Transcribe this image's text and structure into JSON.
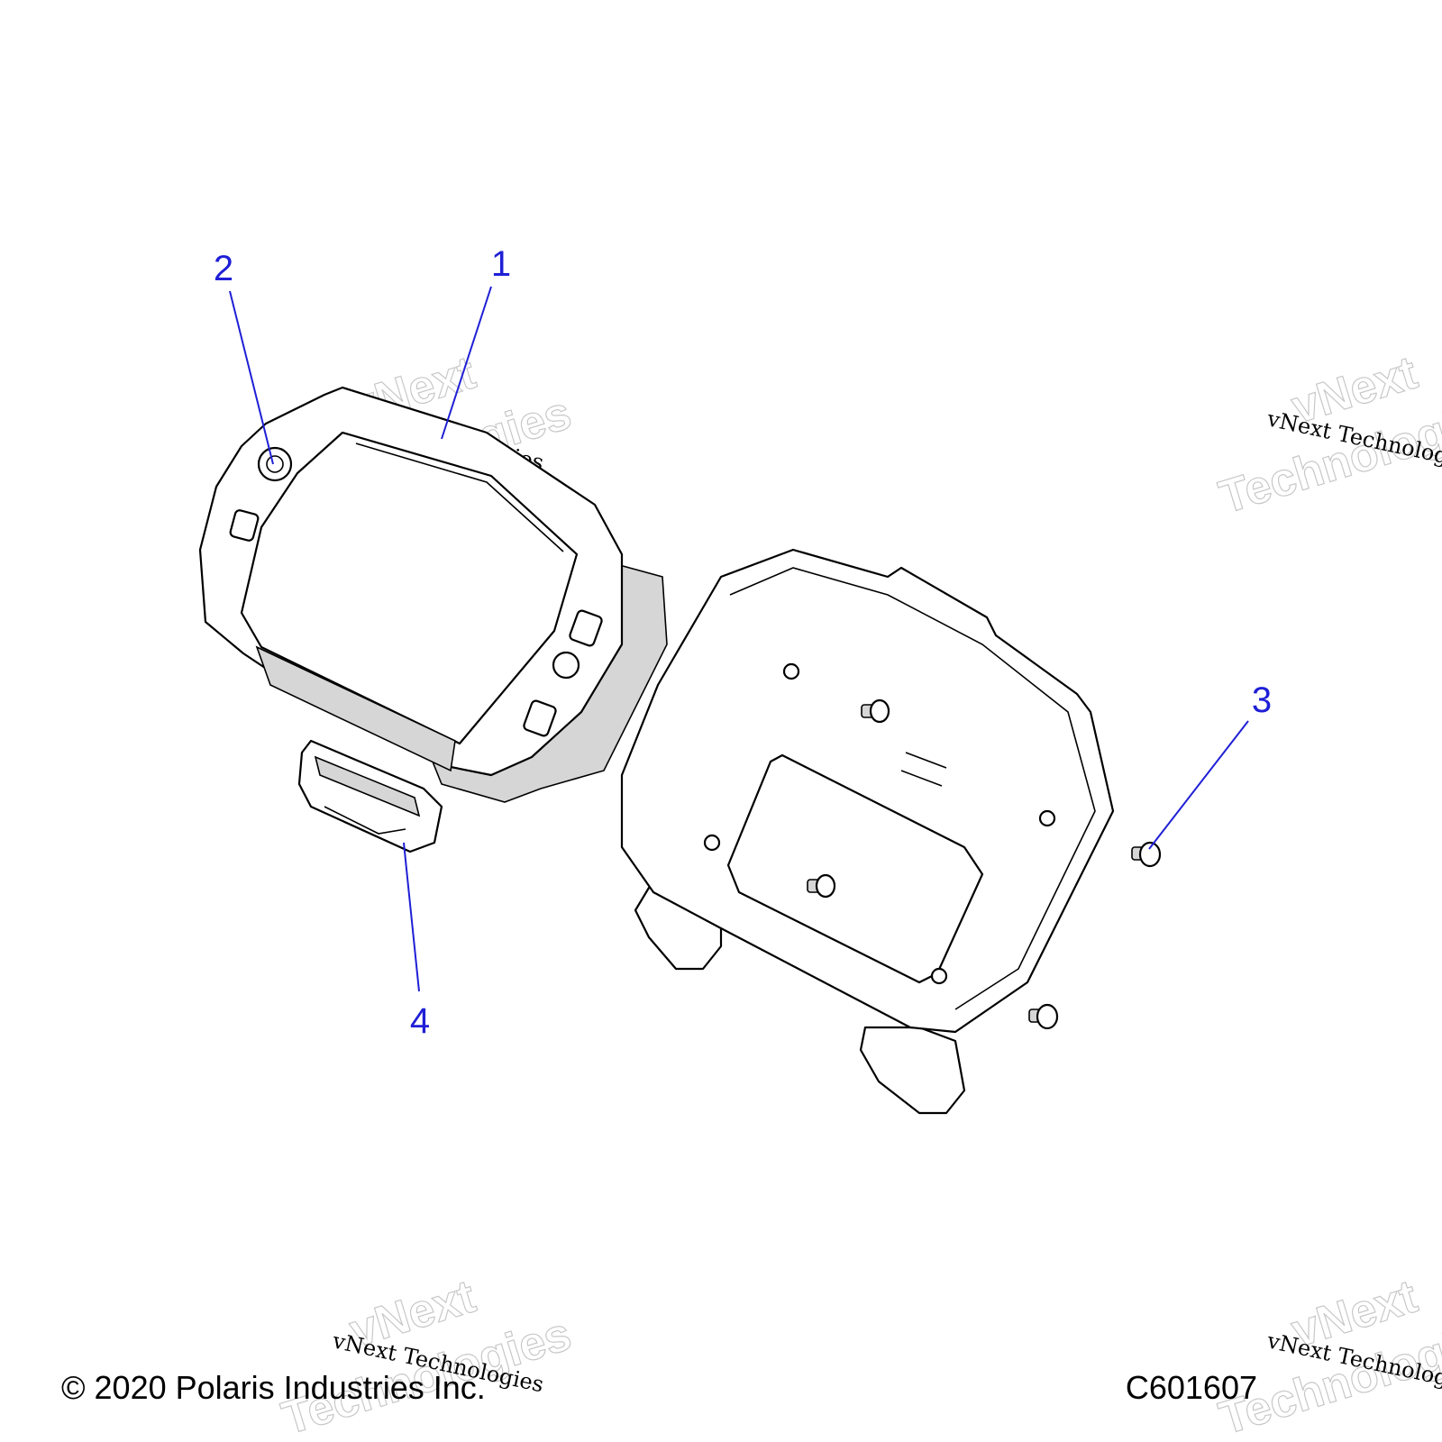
{
  "callouts": [
    {
      "label": "1",
      "color": "#1f1fd6"
    },
    {
      "label": "2",
      "color": "#1f1fd6"
    },
    {
      "label": "3",
      "color": "#1f1fd6"
    },
    {
      "label": "4",
      "color": "#1f1fd6"
    }
  ],
  "footer": {
    "copyright": "© 2020 Polaris Industries Inc.",
    "drawing_id": "C601607"
  },
  "watermark": {
    "line_small": "vNext Technologies",
    "line_big_1": "vNext",
    "line_big_2": "Technologies"
  }
}
